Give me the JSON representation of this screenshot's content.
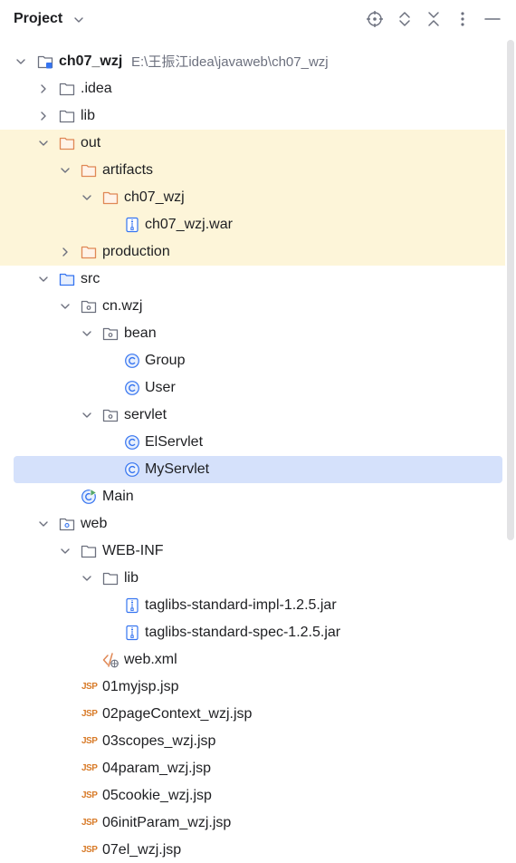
{
  "header": {
    "title": "Project"
  },
  "tree": {
    "root": {
      "label": "ch07_wzj",
      "path": "E:\\王振江idea\\javaweb\\ch07_wzj"
    },
    "idea": "idea",
    "idea_label": ".idea",
    "lib": "lib",
    "out": "out",
    "artifacts": "artifacts",
    "artifacts_ch07": "ch07_wzj",
    "war": "ch07_wzj.war",
    "production": "production",
    "src": "src",
    "cnwzj": "cn.wzj",
    "bean": "bean",
    "group": "Group",
    "user": "User",
    "servlet": "servlet",
    "elservlet": "ElServlet",
    "myservlet": "MyServlet",
    "main": "Main",
    "web": "web",
    "webinf": "WEB-INF",
    "weblib": "lib",
    "jar_impl": "taglibs-standard-impl-1.2.5.jar",
    "jar_spec": "taglibs-standard-spec-1.2.5.jar",
    "webxml": "web.xml",
    "jsp1": "01myjsp.jsp",
    "jsp2": "02pageContext_wzj.jsp",
    "jsp3": "03scopes_wzj.jsp",
    "jsp4": "04param_wzj.jsp",
    "jsp5": "05cookie_wzj.jsp",
    "jsp6": "06initParam_wzj.jsp",
    "jsp7": "07el_wzj.jsp",
    "jsp_badge": "JSP"
  },
  "colors": {
    "folder": "#6c707e",
    "excluded_folder": "#e08855",
    "class_icon": "#3574f0",
    "highlight_row": "#fdf5d9",
    "selected_row": "#d5e1fb",
    "jsp_icon": "#d87b29"
  }
}
